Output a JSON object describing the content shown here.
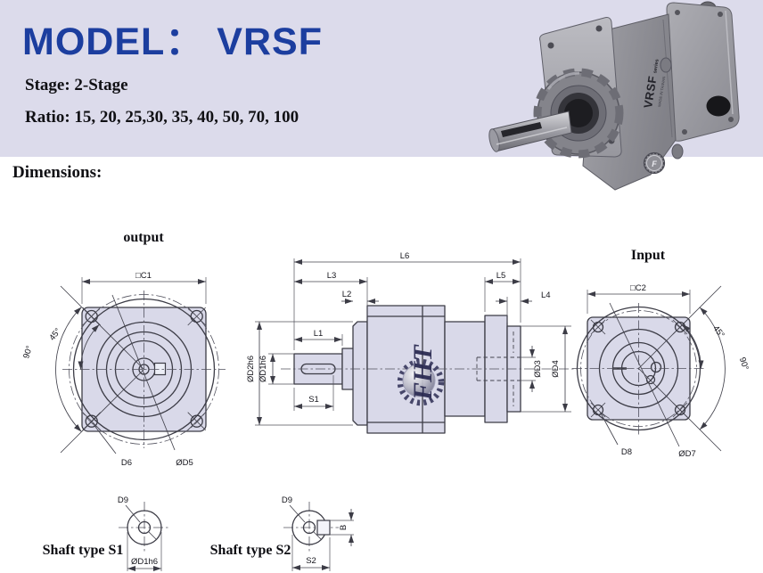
{
  "header": {
    "model_label": "MODEL：",
    "model_value": "VRSF",
    "stage": "Stage: 2-Stage",
    "ratio": "Ratio: 15, 20, 25,30, 35, 40, 50, 70, 100",
    "dimensions_label": "Dimensions:"
  },
  "photo": {
    "series_text": "VRSF",
    "series_suffix": "series",
    "origin_text": "MADE IN TAIWAN",
    "logo_letter": "F"
  },
  "views": {
    "output": {
      "title": "output",
      "square_dim": "□C1",
      "angle_small": "45°",
      "angle_large": "90°",
      "bolt_hole_dim": "D6",
      "bolt_circle_dim": "ØD5"
    },
    "side": {
      "overall_len": "L6",
      "gearhead_len": "L3",
      "pilot_len": "L2",
      "input_len": "L5",
      "flange_thk": "L4",
      "shaft_len": "L1",
      "key_len": "S1",
      "body_dia": "ØD2h6",
      "shaft_dia": "ØD1h6",
      "bore_dia": "ØD3",
      "flange_dia": "ØD4",
      "watermark": "FHT"
    },
    "input": {
      "title": "Input",
      "square_dim": "□C2",
      "angle_small": "45°",
      "angle_large": "90°",
      "bolt_hole_dim": "D8",
      "bolt_circle_dim": "ØD7"
    },
    "shaft_s1": {
      "title": "Shaft type S1",
      "keyway_dim": "D9",
      "shaft_dia": "ØD1h6"
    },
    "shaft_s2": {
      "title": "Shaft type S2",
      "keyway_dim": "D9",
      "key_width": "B",
      "key_span": "S2"
    }
  },
  "colors": {
    "accent_blue": "#1c3e9f",
    "band_bg": "#dcdbeb",
    "part_fill": "#d9d9e9",
    "line": "#3c3c46"
  }
}
